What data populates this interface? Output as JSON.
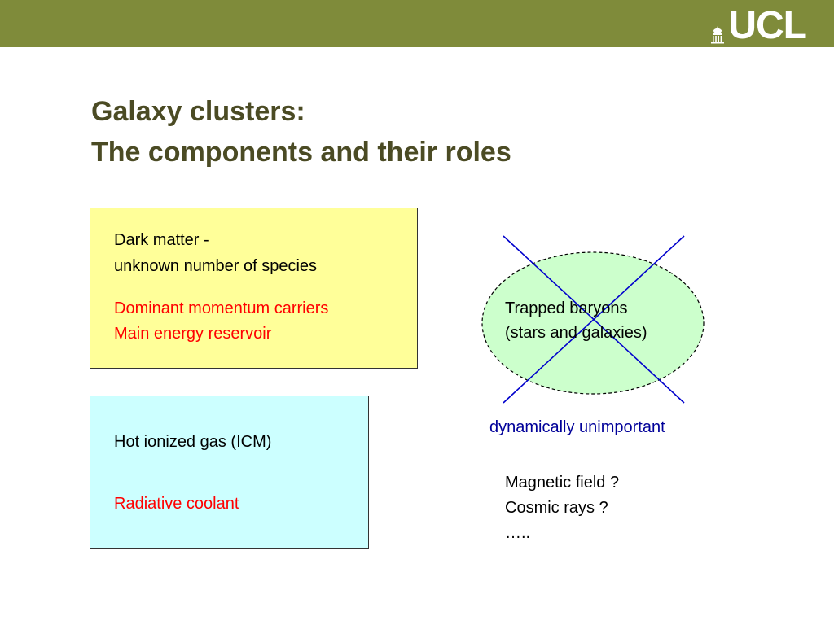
{
  "logo": {
    "text": "UCL"
  },
  "title": {
    "line1": "Galaxy clusters:",
    "line2": "The components and their roles"
  },
  "dark_matter": {
    "line1": "Dark matter -",
    "line2": "unknown number of species",
    "role1": "Dominant momentum carriers",
    "role2": "Main energy reservoir"
  },
  "gas": {
    "label": "Hot ionized gas (ICM)",
    "role": "Radiative coolant"
  },
  "baryons": {
    "line1": "Trapped baryons",
    "line2": "(stars and galaxies)",
    "note": "dynamically unimportant"
  },
  "other": {
    "line1": "Magnetic field ?",
    "line2": "Cosmic rays ?",
    "line3": "….."
  },
  "colors": {
    "header_bar": "#7f8b3a",
    "title": "#4b4b24",
    "dark_matter_box": "#ffff99",
    "gas_box": "#ccffff",
    "ellipse_fill": "#ccffcc",
    "role_text": "#ff0000",
    "note_text": "#000099",
    "cross_lines": "#0000cc"
  }
}
